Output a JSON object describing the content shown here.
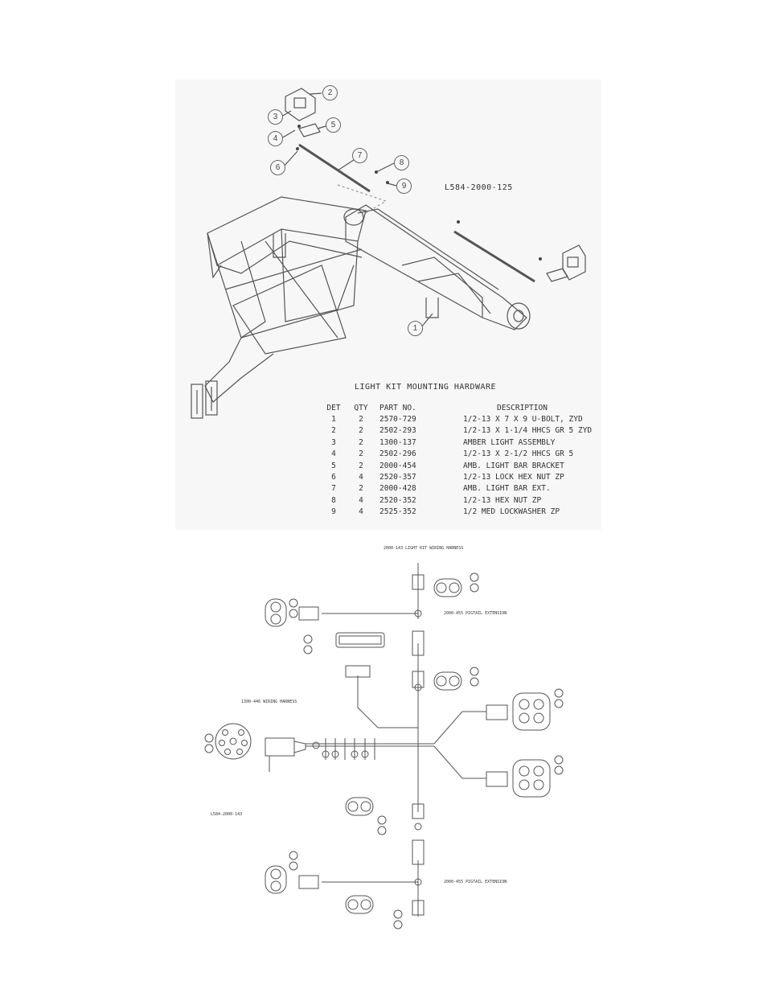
{
  "mounting": {
    "drawing_number": "L584-2000-125",
    "table_title": "LIGHT KIT MOUNTING HARDWARE",
    "columns": [
      "DET",
      "QTY",
      "PART NO.",
      "DESCRIPTION"
    ],
    "rows": [
      {
        "det": "1",
        "qty": "2",
        "part": "2570-729",
        "desc": "1/2-13 X 7 X 9 U-BOLT, ZYD"
      },
      {
        "det": "2",
        "qty": "2",
        "part": "2502-293",
        "desc": "1/2-13 X 1-1/4 HHCS GR 5 ZYD"
      },
      {
        "det": "3",
        "qty": "2",
        "part": "1300-137",
        "desc": "AMBER LIGHT ASSEMBLY"
      },
      {
        "det": "4",
        "qty": "2",
        "part": "2502-296",
        "desc": "1/2-13 X 2-1/2 HHCS GR 5"
      },
      {
        "det": "5",
        "qty": "2",
        "part": "2000-454",
        "desc": "AMB. LIGHT BAR BRACKET"
      },
      {
        "det": "6",
        "qty": "4",
        "part": "2520-357",
        "desc": "1/2-13 LOCK HEX NUT ZP"
      },
      {
        "det": "7",
        "qty": "2",
        "part": "2000-428",
        "desc": "AMB. LIGHT BAR EXT."
      },
      {
        "det": "8",
        "qty": "4",
        "part": "2520-352",
        "desc": "1/2-13 HEX NUT ZP"
      },
      {
        "det": "9",
        "qty": "4",
        "part": "2525-352",
        "desc": "1/2 MED LOCKWASHER ZP"
      }
    ],
    "balloons": [
      "1",
      "2",
      "3",
      "4",
      "5",
      "6",
      "7",
      "8",
      "9"
    ]
  },
  "harness": {
    "title": "2000-143 LIGHT KIT WIRING HARNESS",
    "pigtail_top": "2000-455 PIGTAIL EXTENSION",
    "pigtail_bottom": "2000-455 PIGTAIL EXTENSION",
    "wiring_harness": "1300-446 WIRING HARNESS",
    "drawing_number": "L584-2000-143"
  }
}
